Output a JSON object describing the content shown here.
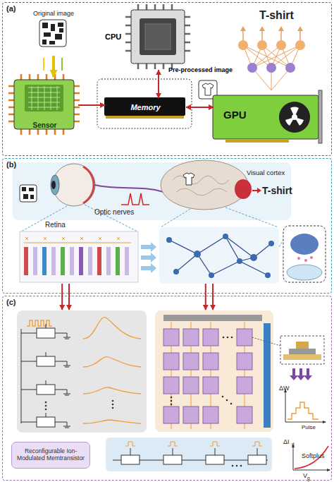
{
  "diagram": {
    "nodes": [
      {
        "text": [
          "(a)"
        ]
      },
      {
        "text": [
          "Original image"
        ],
        "in": 0
      },
      {
        "text": [
          "CPU"
        ],
        "in": 0
      },
      {
        "text": [
          "Sensor"
        ],
        "in": 0
      },
      {
        "text": [
          "Memory"
        ],
        "in": 0
      },
      {
        "text": [
          "Pre-processed image"
        ],
        "in": 0
      },
      {
        "text": [
          "GPU"
        ],
        "in": 0
      },
      {
        "text": [
          "(b)"
        ]
      },
      {
        "text": [
          "(c)"
        ]
      },
      {
        "text": [
          "Reconfigurable Ion-Modulated Memtransistor"
        ],
        "in": 8
      }
    ],
    "edges": [
      {
        "from": 1,
        "to": 3,
        "arrow": "to"
      },
      {
        "from": 3,
        "to": 4,
        "arrow": "to"
      },
      {
        "from": 2,
        "to": 4,
        "arrow": "both"
      },
      {
        "from": 4,
        "to": 6,
        "arrow": "both"
      },
      {
        "from": 7,
        "to": 8,
        "arrow": "to"
      },
      {
        "from": 7,
        "to": 8,
        "arrow": "to"
      },
      {
        "from": 7,
        "to": 8,
        "arrow": "to"
      },
      {
        "from": 7,
        "to": 8,
        "arrow": "to"
      }
    ],
    "labels": [
      "T-shirt",
      "Retina",
      "Optic nerves",
      "Visual cortex",
      "T-shirt",
      "ΔW",
      "Pulse",
      "ΔI",
      "d",
      "Softplus",
      "V",
      "g"
    ]
  }
}
